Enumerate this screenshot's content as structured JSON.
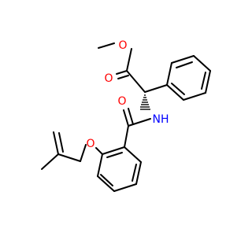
{
  "molecule": {
    "atoms": {
      "O_ester_methyl": "O",
      "O_ester_carbonyl": "O",
      "N_amide": "NH",
      "O_amide": "O",
      "O_ether": "O"
    },
    "colors": {
      "bond": "#000000",
      "oxygen": "#ff0000",
      "nitrogen": "#0000ff",
      "background": "#ffffff"
    }
  }
}
